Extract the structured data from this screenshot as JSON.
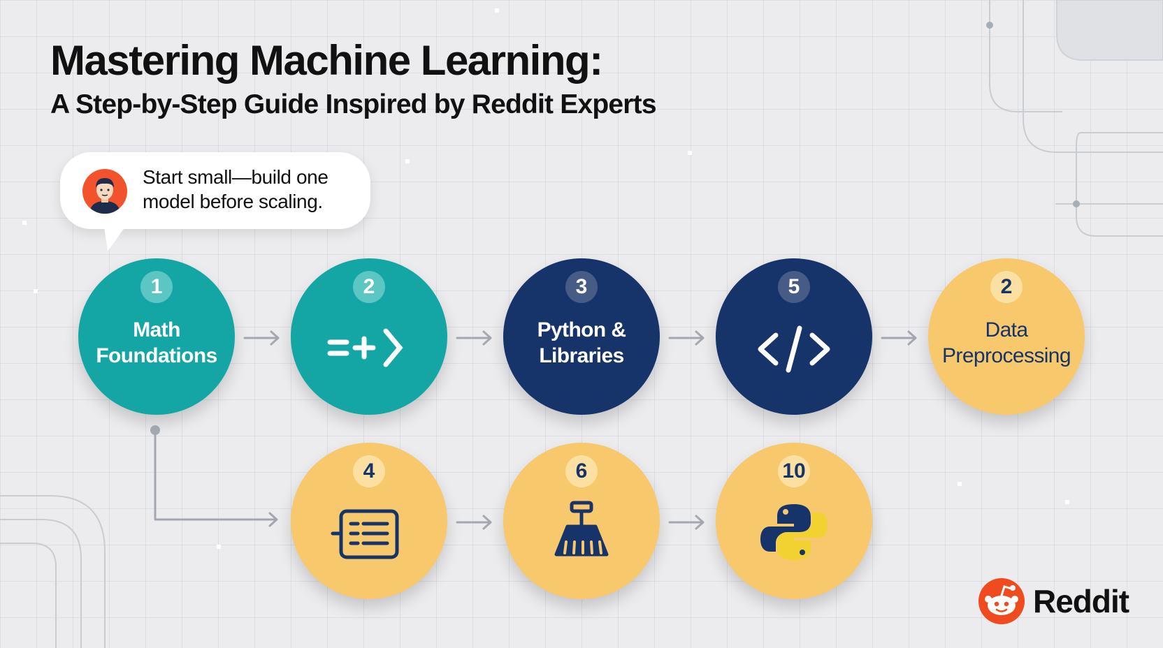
{
  "header": {
    "title": "Mastering Machine Learning:",
    "subtitle": "A Step-by-Step Guide Inspired by Reddit Experts"
  },
  "tip": {
    "text": "Start small—build one model before scaling.",
    "icon": "person-avatar-icon"
  },
  "colors": {
    "teal": "#14a6a4",
    "navy": "#16346a",
    "gold": "#f7c96c",
    "reddit_orange": "#f04a1f",
    "arrow_gray": "#a3a7b0"
  },
  "steps_row_top": [
    {
      "number": "1",
      "label_lines": [
        "Math",
        "Foundations"
      ],
      "color": "teal"
    },
    {
      "number": "2",
      "icon": "equals-plus-chevron-icon",
      "color": "teal"
    },
    {
      "number": "3",
      "label_lines": [
        "Python &",
        "Libraries"
      ],
      "color": "navy"
    },
    {
      "number": "5",
      "icon": "code-brackets-icon",
      "color": "navy"
    },
    {
      "number": "2",
      "label_lines": [
        "Data",
        "Preprocessing"
      ],
      "color": "gold"
    }
  ],
  "steps_row_bottom": [
    {
      "number": "4",
      "icon": "document-list-icon",
      "color": "gold"
    },
    {
      "number": "6",
      "icon": "cleaning-brush-icon",
      "color": "gold"
    },
    {
      "number": "10",
      "icon": "python-logo-icon",
      "color": "gold"
    }
  ],
  "brand": {
    "name": "Reddit",
    "icon": "reddit-logo-icon"
  }
}
